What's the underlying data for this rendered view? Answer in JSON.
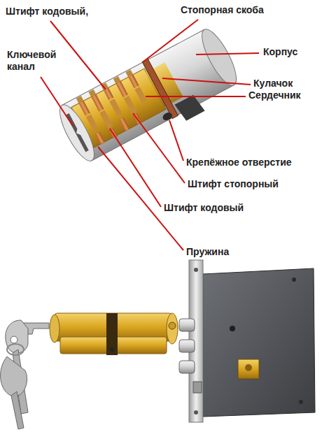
{
  "diagram": {
    "labels": [
      "Штифт кодовый,",
      "Стопорная скоба",
      "Ключевой канал",
      "Корпус",
      "Кулачок",
      "Сердечник",
      "Крепёжное отверстие",
      "Штифт стопорный",
      "Штифт кодовый",
      "Пружина"
    ]
  }
}
